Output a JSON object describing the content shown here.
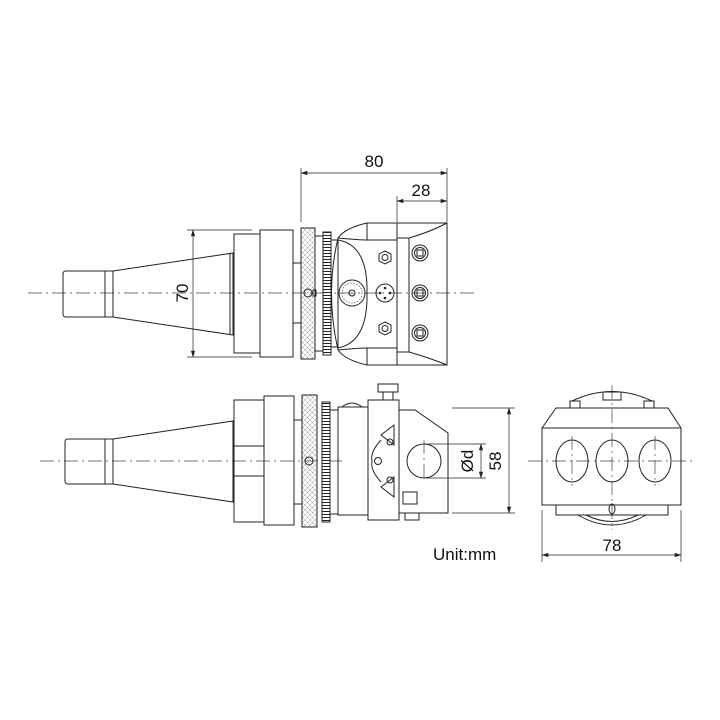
{
  "dimensions": {
    "overall_length": "80",
    "head_length": "28",
    "flange_diameter": "70",
    "bore_diameter": "Ød",
    "head_height": "58",
    "head_width": "78"
  },
  "unit_label": "Unit:mm"
}
